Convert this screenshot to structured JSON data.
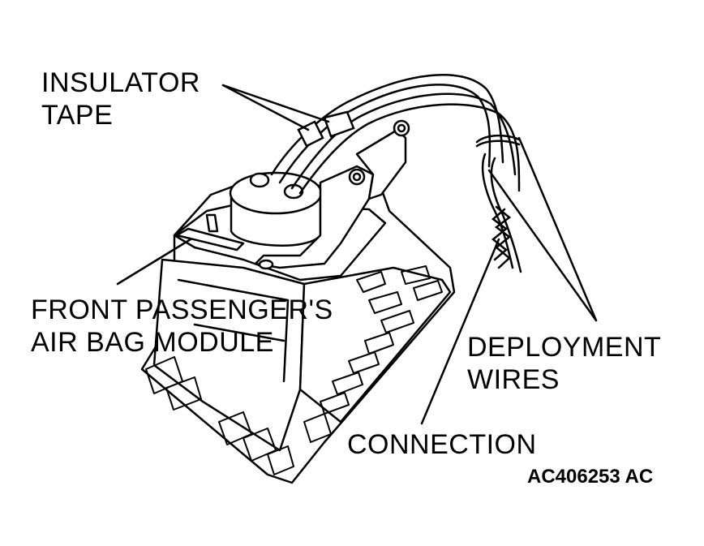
{
  "labels": {
    "insulator_line1": "INSULATOR",
    "insulator_line2": "TAPE",
    "module_line1": "FRONT PASSENGER'S",
    "module_line2": "AIR BAG MODULE",
    "wires_line1": "DEPLOYMENT",
    "wires_line2": "WIRES",
    "connection": "CONNECTION"
  },
  "figure_code": "AC406253 AC",
  "colors": {
    "ink": "#000000",
    "paper": "#ffffff"
  }
}
